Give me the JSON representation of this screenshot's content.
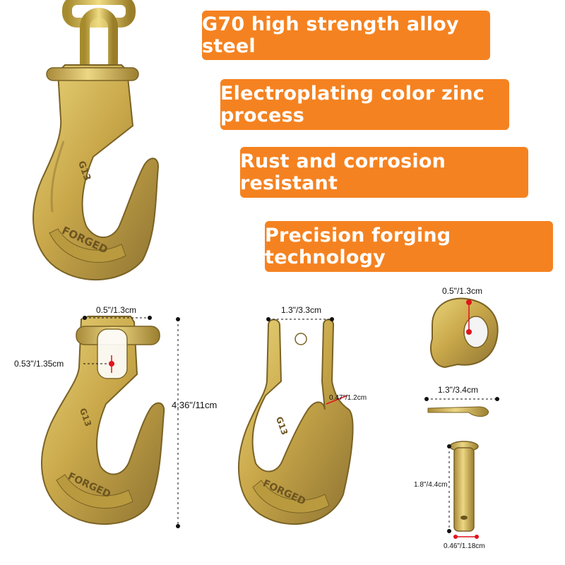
{
  "features": [
    "G70 high strength alloy steel",
    "Electroplating color zinc process",
    "Rust and corrosion resistant",
    "Precision forging technology"
  ],
  "hook_markings": {
    "grade": "G13",
    "forged": "FORGED"
  },
  "dimensions": {
    "pin_width": "0.5\"/1.3cm",
    "slot_width": "0.53\"/1.35cm",
    "hook_length": "4.36\"/11cm",
    "clevis_width": "1.3\"/3.3cm",
    "throat_opening": "0.47\"/1.2cm",
    "eye_diameter": "0.5\"/1.3cm",
    "cotter_pin_length": "1.3\"/3.4cm",
    "clevis_pin_length": "1.8\"/4.4cm",
    "clevis_pin_diameter": "0.46\"/1.18cm"
  },
  "colors": {
    "banner": "#f58220",
    "metal": "#c9a84a",
    "marker": "#e0141e"
  }
}
